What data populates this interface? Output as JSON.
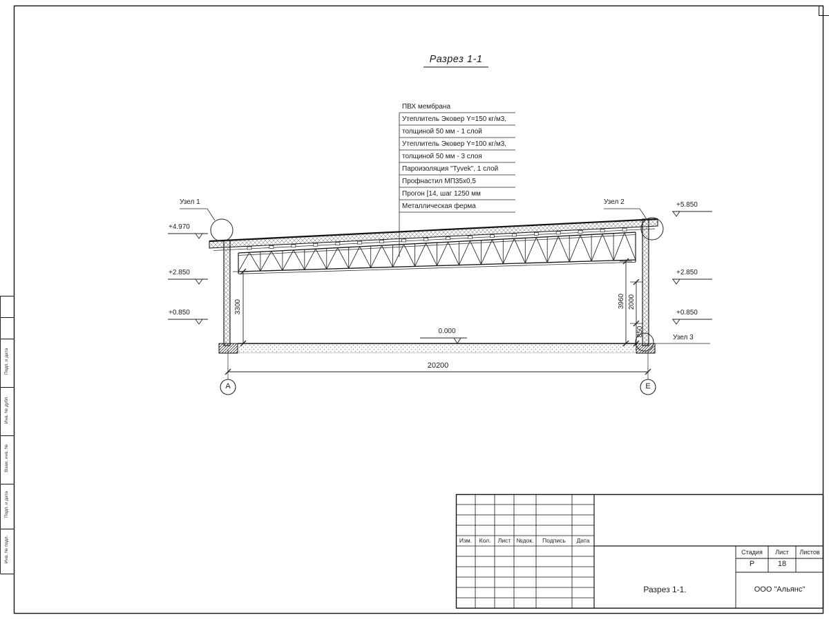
{
  "sheet": {
    "title": "Разрез 1-1",
    "notes": [
      "ПВХ мембрана",
      "Утеплитель Эковер Y=150 кг/м3,",
      "толщиной 50 мм - 1 слой",
      "Утеплитель Эковер Y=100 кг/м3,",
      "толщиной 50 мм - 3 слоя",
      "Пароизоляция \"Tyvek\", 1 слой",
      "Профнастил МП35х0,5",
      "Прогон [14, шаг 1250 мм",
      "Металлическая ферма"
    ],
    "nodes": [
      "Узел 1",
      "Узел 2",
      "Узел 3"
    ],
    "elevations": {
      "left_top": "+4.970",
      "left_mid": "+2.850",
      "left_low": "+0.850",
      "right_top": "+5.850",
      "right_mid": "+2.850",
      "right_low": "+0.850",
      "floor": "0.000"
    },
    "dims": {
      "span": "20200",
      "h_left": "3300",
      "h_right": "3960",
      "h_mid": "2000",
      "h_low": "850"
    },
    "axes": {
      "left": "А",
      "right": "Е"
    }
  },
  "titleblock": {
    "rev_cols": [
      "Изм.",
      "Кол.",
      "Лист",
      "№док.",
      "Подпись",
      "Дата"
    ],
    "stage_label": "Стадия",
    "sheet_label": "Лист",
    "sheets_label": "Листов",
    "stage": "Р",
    "sheet_no": "18",
    "doc_name": "Разрез 1-1.",
    "company": "ООО \"Альянс\""
  },
  "margin": {
    "labels": [
      "Подп. и дата",
      "Инв. № дубл.",
      "Взам. инв. №",
      "Подп. и дата",
      "Инв. № подл."
    ]
  }
}
